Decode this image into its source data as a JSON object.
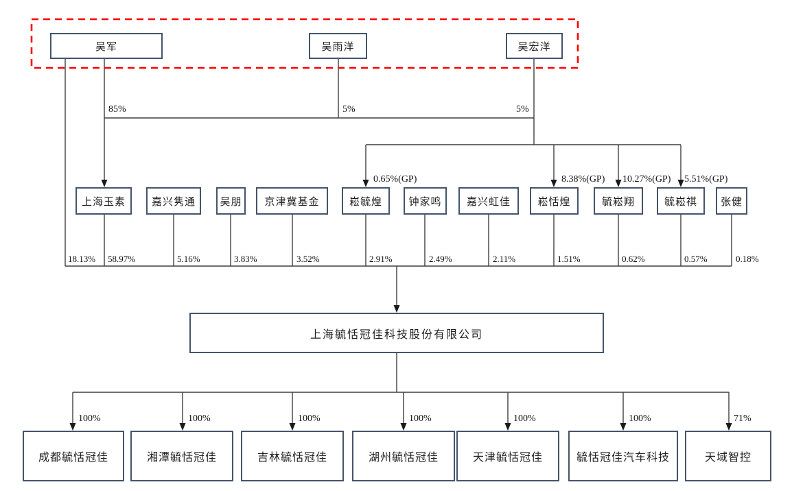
{
  "diagram": {
    "type": "equity-ownership-structure",
    "colors": {
      "box_border": "#44546A",
      "connector_line": "#3f3f3f",
      "controllers_outline": "#FF0000",
      "background": "#FFFFFF"
    }
  },
  "controllers": {
    "members": [
      {
        "name": "吴军"
      },
      {
        "name": "吴雨洋"
      },
      {
        "name": "吴宏洋"
      }
    ],
    "stakes_in_shanghai_yusu": [
      {
        "owner": "吴军",
        "pct": "85%"
      },
      {
        "owner": "吴雨洋",
        "pct": "5%"
      },
      {
        "owner": "吴宏洋",
        "pct": "5%"
      }
    ],
    "wujun_direct_stake_pct": "18.13%",
    "wuhongyang_gp_stakes": [
      {
        "partnership": "崧毓煌",
        "pct": "0.65%(GP)"
      },
      {
        "partnership": "崧恬煌",
        "pct": "8.38%(GP)"
      },
      {
        "partnership": "毓崧翔",
        "pct": "10.27%(GP)"
      },
      {
        "partnership": "毓崧祺",
        "pct": "5.51%(GP)"
      }
    ]
  },
  "shareholders": [
    {
      "name": "上海玉素",
      "pct": "58.97%"
    },
    {
      "name": "嘉兴隽通",
      "pct": "5.16%"
    },
    {
      "name": "吴朋",
      "pct": "3.83%"
    },
    {
      "name": "京津冀基金",
      "pct": "3.52%"
    },
    {
      "name": "崧毓煌",
      "pct": "2.91%"
    },
    {
      "name": "钟家鸣",
      "pct": "2.49%"
    },
    {
      "name": "嘉兴虹佳",
      "pct": "2.11%"
    },
    {
      "name": "崧恬煌",
      "pct": "1.51%"
    },
    {
      "name": "毓崧翔",
      "pct": "0.62%"
    },
    {
      "name": "毓崧祺",
      "pct": "0.57%"
    },
    {
      "name": "张健",
      "pct": "0.18%"
    }
  ],
  "company": {
    "name": "上海毓恬冠佳科技股份有限公司"
  },
  "subsidiaries": [
    {
      "name": "成都毓恬冠佳",
      "pct": "100%"
    },
    {
      "name": "湘潭毓恬冠佳",
      "pct": "100%"
    },
    {
      "name": "吉林毓恬冠佳",
      "pct": "100%"
    },
    {
      "name": "湖州毓恬冠佳",
      "pct": "100%"
    },
    {
      "name": "天津毓恬冠佳",
      "pct": "100%"
    },
    {
      "name": "毓恬冠佳汽车科技",
      "pct": "100%"
    },
    {
      "name": "天域智控",
      "pct": "71%"
    }
  ]
}
